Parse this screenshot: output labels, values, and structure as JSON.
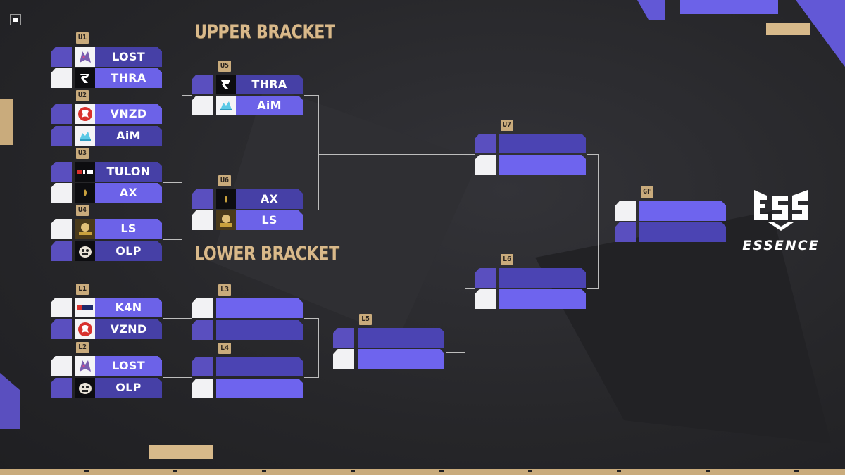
{
  "sections": {
    "upper_title": "UPPER BRACKET",
    "lower_title": "LOWER BRACKET"
  },
  "brand": {
    "name": "ESSENCE",
    "mark": "E55"
  },
  "matches": {
    "U1": {
      "label": "U1",
      "team1": "LOST",
      "team2": "THRA"
    },
    "U2": {
      "label": "U2",
      "team1": "VNZD",
      "team2": "AiM"
    },
    "U3": {
      "label": "U3",
      "team1": "TULON",
      "team2": "AX"
    },
    "U4": {
      "label": "U4",
      "team1": "LS",
      "team2": "OLP"
    },
    "U5": {
      "label": "U5",
      "team1": "THRA",
      "team2": "AiM"
    },
    "U6": {
      "label": "U6",
      "team1": "AX",
      "team2": "LS"
    },
    "U7": {
      "label": "U7",
      "team1": "",
      "team2": ""
    },
    "L1": {
      "label": "L1",
      "team1": "K4N",
      "team2": "VZND"
    },
    "L2": {
      "label": "L2",
      "team1": "LOST",
      "team2": "OLP"
    },
    "L3": {
      "label": "L3",
      "team1": "",
      "team2": ""
    },
    "L4": {
      "label": "L4",
      "team1": "",
      "team2": ""
    },
    "L5": {
      "label": "L5",
      "team1": "",
      "team2": ""
    },
    "L6": {
      "label": "L6",
      "team1": "",
      "team2": ""
    },
    "GF": {
      "label": "GF",
      "team1": "",
      "team2": ""
    }
  },
  "team_logos": {
    "LOST": "purple-wolf-icon",
    "THRA": "thra-r-icon",
    "VNZD": "red-dragon-icon",
    "VZND": "red-dragon-icon",
    "AiM": "cyan-crystal-icon",
    "TULON": "tulon-wordmark-icon",
    "AX": "gold-flame-icon",
    "LS": "sombras-skull-icon",
    "OLP": "cartoon-face-icon",
    "K4N": "k4n-wordmark-icon"
  },
  "colors": {
    "background": "#2a2a2d",
    "bar_dark": "#4640a6",
    "bar_light": "#6c62e8",
    "accent_gold": "#c9ab7c",
    "title_gold": "#d9b98a",
    "connector": "#bdbdbd"
  }
}
